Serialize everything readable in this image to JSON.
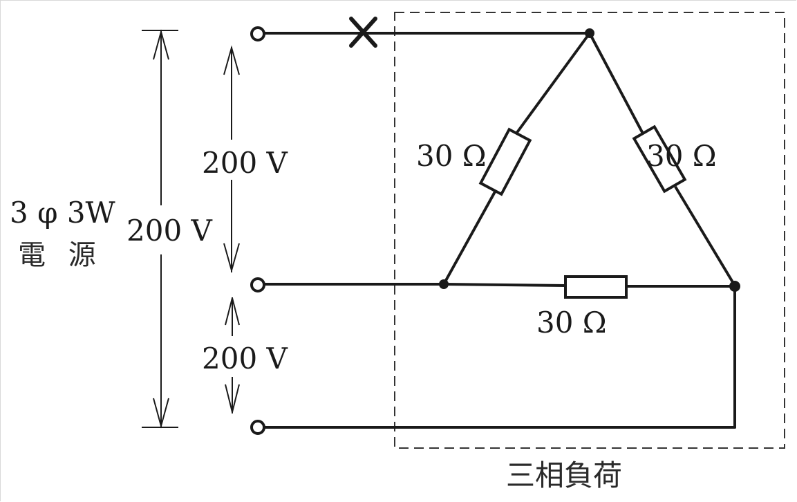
{
  "diagram": {
    "type": "three-phase circuit",
    "source": {
      "line1": "3 φ 3W",
      "line2": "電 源"
    },
    "voltages": {
      "total": "200 V",
      "upper": "200 V",
      "lower": "200 V"
    },
    "load": {
      "label": "三相負荷",
      "resistors": {
        "left": "30 Ω",
        "right": "30 Ω",
        "bottom": "30 Ω"
      }
    },
    "break_mark": "×",
    "colors": {
      "line": "#1a1a1a",
      "dashed_box": "#333333",
      "background": "#ffffff"
    }
  }
}
